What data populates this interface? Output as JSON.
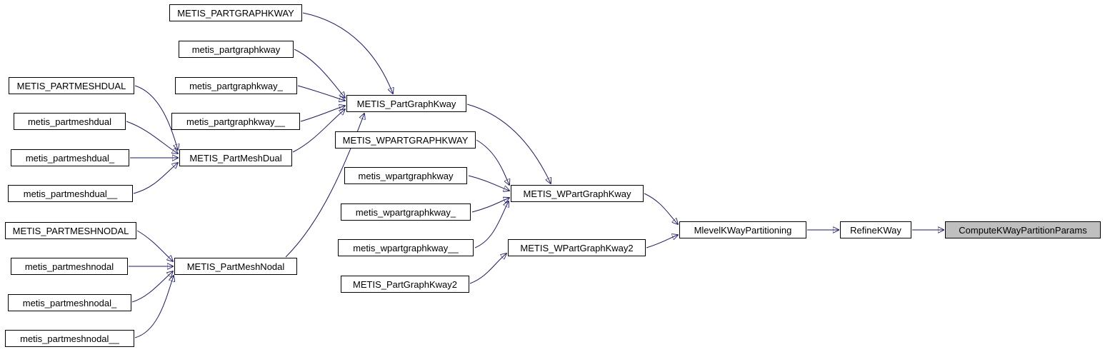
{
  "diagram": {
    "type": "call-graph",
    "edge_color": "#191970",
    "node_border_color": "#000000",
    "node_fill_color": "#ffffff",
    "highlight_fill_color": "#bfbfbf",
    "nodes": [
      {
        "id": "METIS_PARTGRAPHKWAY",
        "label": "METIS_PARTGRAPHKWAY"
      },
      {
        "id": "metis_partgraphkway",
        "label": "metis_partgraphkway"
      },
      {
        "id": "metis_partgraphkway_",
        "label": "metis_partgraphkway_"
      },
      {
        "id": "metis_partgraphkway__",
        "label": "metis_partgraphkway__"
      },
      {
        "id": "METIS_PARTMESHDUAL",
        "label": "METIS_PARTMESHDUAL"
      },
      {
        "id": "metis_partmeshdual",
        "label": "metis_partmeshdual"
      },
      {
        "id": "metis_partmeshdual_",
        "label": "metis_partmeshdual_"
      },
      {
        "id": "metis_partmeshdual__",
        "label": "metis_partmeshdual__"
      },
      {
        "id": "METIS_PartMeshDual",
        "label": "METIS_PartMeshDual"
      },
      {
        "id": "METIS_PARTMESHNODAL",
        "label": "METIS_PARTMESHNODAL"
      },
      {
        "id": "metis_partmeshnodal",
        "label": "metis_partmeshnodal"
      },
      {
        "id": "metis_partmeshnodal_",
        "label": "metis_partmeshnodal_"
      },
      {
        "id": "metis_partmeshnodal__",
        "label": "metis_partmeshnodal__"
      },
      {
        "id": "METIS_PartMeshNodal",
        "label": "METIS_PartMeshNodal"
      },
      {
        "id": "METIS_PartGraphKway",
        "label": "METIS_PartGraphKway"
      },
      {
        "id": "METIS_WPARTGRAPHKWAY",
        "label": "METIS_WPARTGRAPHKWAY"
      },
      {
        "id": "metis_wpartgraphkway",
        "label": "metis_wpartgraphkway"
      },
      {
        "id": "metis_wpartgraphkway_",
        "label": "metis_wpartgraphkway_"
      },
      {
        "id": "metis_wpartgraphkway__",
        "label": "metis_wpartgraphkway__"
      },
      {
        "id": "METIS_PartGraphKway2",
        "label": "METIS_PartGraphKway2"
      },
      {
        "id": "METIS_WPartGraphKway",
        "label": "METIS_WPartGraphKway"
      },
      {
        "id": "METIS_WPartGraphKway2",
        "label": "METIS_WPartGraphKway2"
      },
      {
        "id": "MlevelKWayPartitioning",
        "label": "MlevelKWayPartitioning"
      },
      {
        "id": "RefineKWay",
        "label": "RefineKWay"
      },
      {
        "id": "ComputeKWayPartitionParams",
        "label": "ComputeKWayPartitionParams",
        "highlighted": true
      }
    ],
    "edges": [
      [
        "METIS_PARTGRAPHKWAY",
        "METIS_PartGraphKway"
      ],
      [
        "metis_partgraphkway",
        "METIS_PartGraphKway"
      ],
      [
        "metis_partgraphkway_",
        "METIS_PartGraphKway"
      ],
      [
        "metis_partgraphkway__",
        "METIS_PartGraphKway"
      ],
      [
        "METIS_PARTMESHDUAL",
        "METIS_PartMeshDual"
      ],
      [
        "metis_partmeshdual",
        "METIS_PartMeshDual"
      ],
      [
        "metis_partmeshdual_",
        "METIS_PartMeshDual"
      ],
      [
        "metis_partmeshdual__",
        "METIS_PartMeshDual"
      ],
      [
        "METIS_PartMeshDual",
        "METIS_PartGraphKway"
      ],
      [
        "METIS_PARTMESHNODAL",
        "METIS_PartMeshNodal"
      ],
      [
        "metis_partmeshnodal",
        "METIS_PartMeshNodal"
      ],
      [
        "metis_partmeshnodal_",
        "METIS_PartMeshNodal"
      ],
      [
        "metis_partmeshnodal__",
        "METIS_PartMeshNodal"
      ],
      [
        "METIS_PartMeshNodal",
        "METIS_PartGraphKway"
      ],
      [
        "METIS_PartGraphKway",
        "METIS_WPartGraphKway"
      ],
      [
        "METIS_WPARTGRAPHKWAY",
        "METIS_WPartGraphKway"
      ],
      [
        "metis_wpartgraphkway",
        "METIS_WPartGraphKway"
      ],
      [
        "metis_wpartgraphkway_",
        "METIS_WPartGraphKway"
      ],
      [
        "metis_wpartgraphkway__",
        "METIS_WPartGraphKway"
      ],
      [
        "METIS_PartGraphKway2",
        "METIS_WPartGraphKway2"
      ],
      [
        "METIS_WPartGraphKway",
        "MlevelKWayPartitioning"
      ],
      [
        "METIS_WPartGraphKway2",
        "MlevelKWayPartitioning"
      ],
      [
        "MlevelKWayPartitioning",
        "RefineKWay"
      ],
      [
        "RefineKWay",
        "ComputeKWayPartitionParams"
      ]
    ]
  }
}
